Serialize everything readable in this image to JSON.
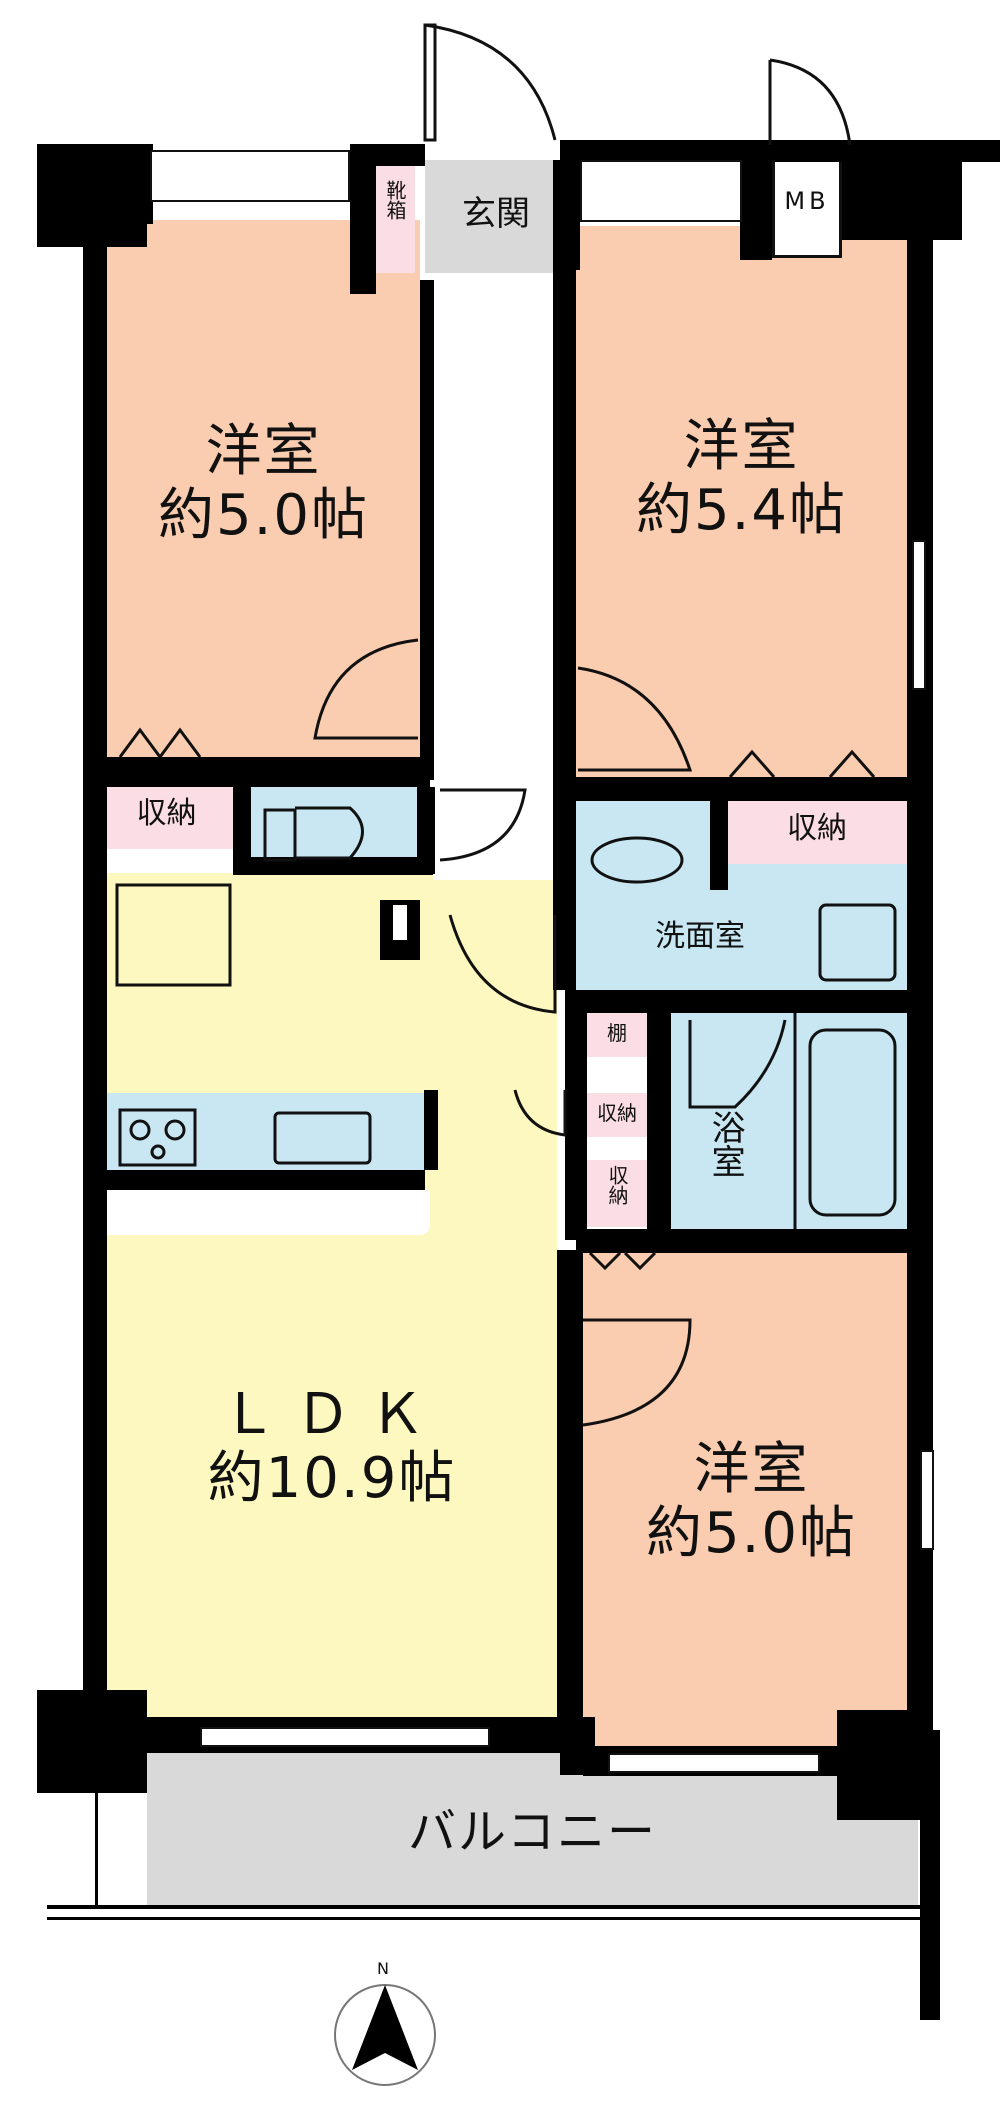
{
  "floorplan": {
    "rooms": {
      "western_room_top_left": {
        "name": "洋室",
        "size": "約5.0帖"
      },
      "western_room_top_right": {
        "name": "洋室",
        "size": "約5.4帖"
      },
      "western_room_bottom_right": {
        "name": "洋室",
        "size": "約5.0帖"
      },
      "ldk": {
        "name": "ＬＤＫ",
        "size": "約10.9帖"
      },
      "entrance": {
        "name": "玄関"
      },
      "shoe_box": {
        "name": "靴箱"
      },
      "meter_box": {
        "name": "MB"
      },
      "storage_left": {
        "name": "収納"
      },
      "storage_right": {
        "name": "収納"
      },
      "washroom": {
        "name": "洗面室"
      },
      "shelf": {
        "name": "棚"
      },
      "storage_small_1": {
        "name": "収納"
      },
      "storage_small_2": {
        "name": "収納"
      },
      "bathroom": {
        "name": "浴室"
      },
      "balcony": {
        "name": "バルコニー"
      }
    },
    "compass": {
      "label": "N"
    },
    "colors": {
      "bedroom": "#fbcdb0",
      "ldk": "#fdf8bf",
      "wet_area": "#c8e7f2",
      "storage": "#fbdde6",
      "entrance_balcony": "#d9d9d9",
      "wall": "#000000"
    }
  }
}
